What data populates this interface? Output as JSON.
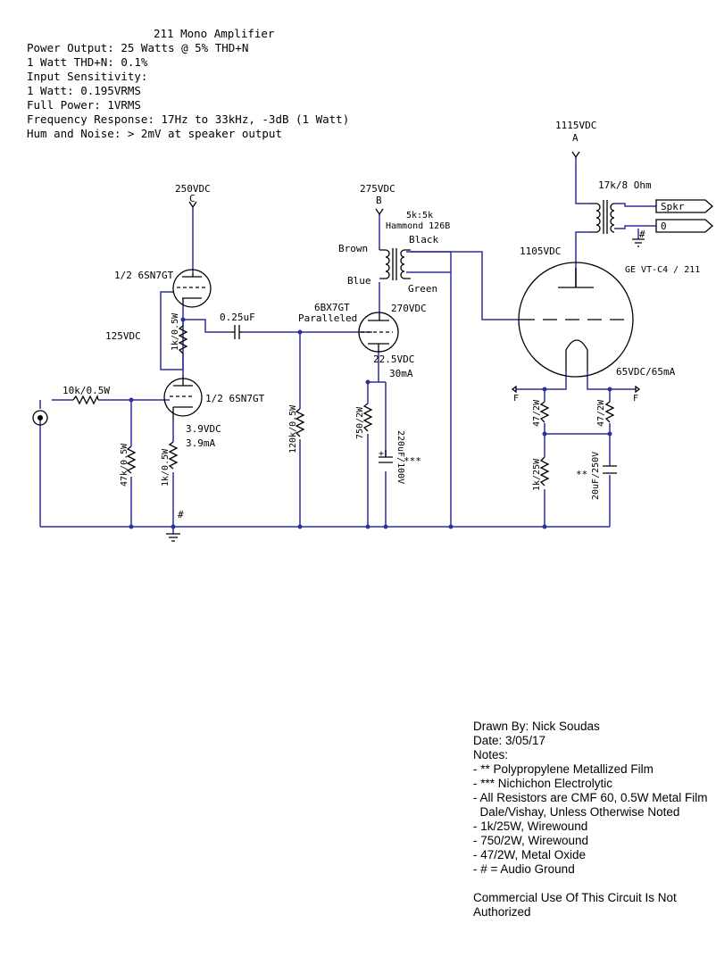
{
  "header": {
    "title": "211 Mono Amplifier",
    "lines": [
      "Power Output: 25 Watts @ 5% THD+N",
      "1 Watt THD+N: 0.1%",
      "Input Sensitivity:",
      "1 Watt: 0.195VRMS",
      "Full Power: 1VRMS",
      "Frequency Response: 17Hz to 33kHz, -3dB (1 Watt)",
      "Hum and Noise: > 2mV at speaker output"
    ]
  },
  "supply": {
    "a_voltage": "1115VDC",
    "a_node": "A",
    "b_voltage": "275VDC",
    "b_node": "B",
    "c_voltage": "250VDC",
    "c_node": "C"
  },
  "tubes": {
    "input_tube": "1/2 6SN7GT",
    "follower_tube": "1/2 6SN7GT",
    "driver_tube_line1": "6BX7GT",
    "driver_tube_line2": "Paralleled",
    "output_tube": "GE VT-C4 / 211"
  },
  "voltages": {
    "follower_cathode": "125VDC",
    "input_cathode_v": "3.9VDC",
    "input_cathode_i": "3.9mA",
    "driver_plate": "270VDC",
    "driver_cathode_v": "22.5VDC",
    "driver_cathode_i": "30mA",
    "output_plate": "1105VDC",
    "output_filament": "65VDC/65mA"
  },
  "components": {
    "input_resistor": "10k/0.5W",
    "grid_resistor": "47k/0.5W",
    "input_cathode_resistor": "1k/0.5W",
    "follower_resistor": "1k/0.5W",
    "coupling_cap": "0.25uF",
    "driver_grid_resistor": "120k/0.5W",
    "driver_cathode_resistor": "750/2W",
    "driver_cathode_cap": "220uF/100V",
    "driver_cap_mark": "***",
    "filament_resistor_left": "47/2W",
    "filament_resistor_right": "47/2W",
    "bias_resistor": "1k/25W",
    "bias_cap": "20uF/250V",
    "bias_cap_mark": "**",
    "audio_ground_mark": "#",
    "ground_mark_output": "#",
    "filament_left": "F",
    "filament_right": "F"
  },
  "transformers": {
    "interstage_ratio": "5k:5k",
    "interstage_model": "Hammond 126B",
    "lead_brown": "Brown",
    "lead_black": "Black",
    "lead_blue": "Blue",
    "lead_green": "Green",
    "output_ratio": "17k/8 Ohm",
    "spkr_label": "Spkr",
    "zero_label": "0"
  },
  "notes": {
    "drawn_by": "Drawn By: Nick Soudas",
    "date": "Date: 3/05/17",
    "heading": "Notes:",
    "items": [
      "- ** Polypropylene Metallized Film",
      "- *** Nichichon Electrolytic",
      "- All Resistors are CMF 60, 0.5W Metal Film",
      "  Dale/Vishay, Unless Otherwise Noted",
      "- 1k/25W, Wirewound",
      "- 750/2W, Wirewound",
      "- 47/2W, Metal Oxide",
      "- # = Audio Ground"
    ],
    "footer_line1": "Commercial Use Of This Circuit Is Not",
    "footer_line2": "Authorized"
  },
  "colors": {
    "wire": "#2f2f9e",
    "text": "#000000"
  }
}
